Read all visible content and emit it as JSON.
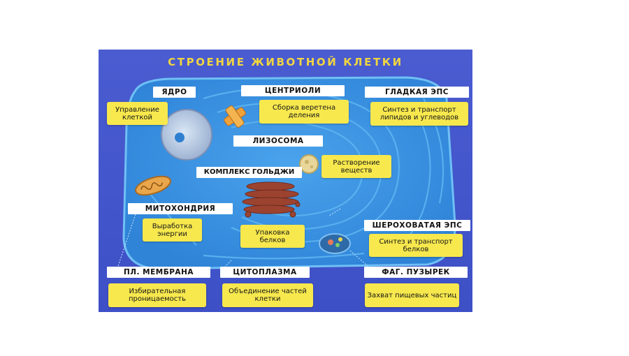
{
  "title": "СТРОЕНИЕ ЖИВОТНОЙ КЛЕТКИ",
  "colors": {
    "background": "#4252c8",
    "cell": "#3a8fe0",
    "label_box": "#ffffff",
    "description_box": "#f7e84e",
    "title_text": "#f2d640"
  },
  "organelles": {
    "nucleus": {
      "label": "ЯДРО",
      "description": "Управление клеткой"
    },
    "centrioles": {
      "label": "ЦЕНТРИОЛИ",
      "description": "Сборка веретена деления"
    },
    "smooth_er": {
      "label": "ГЛАДКАЯ ЭПС",
      "description": "Синтез и транспорт липидов и углеводов"
    },
    "lysosome": {
      "label": "ЛИЗОСОМА",
      "description": "Растворение веществ"
    },
    "golgi": {
      "label": "КОМПЛЕКС ГОЛЬДЖИ",
      "description": "Упаковка белков"
    },
    "mitochondria": {
      "label": "МИТОХОНДРИЯ",
      "description": "Выработка энергии"
    },
    "rough_er": {
      "label": "ШЕРОХОВАТАЯ ЭПС",
      "description": "Синтез и транспорт белков"
    },
    "membrane": {
      "label": "ПЛ. МЕМБРАНА",
      "description": "Избирательная проницаемость"
    },
    "cytoplasm": {
      "label": "ЦИТОПЛАЗМА",
      "description": "Объединение частей клетки"
    },
    "phagocytic_vesicle": {
      "label": "ФАГ. ПУЗЫРЕК",
      "description": "Захват пищевых частиц"
    }
  }
}
